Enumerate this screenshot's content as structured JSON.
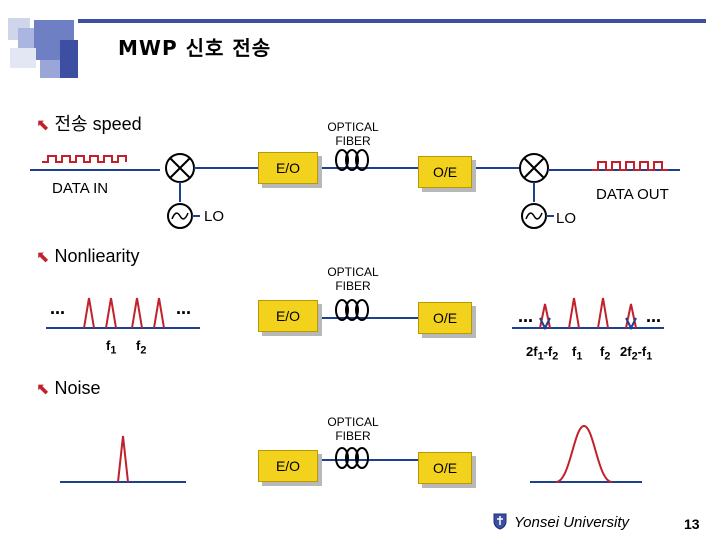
{
  "title": "MWP 신호 전송",
  "sections": {
    "speed": "전송 speed",
    "nonlinearity": "Nonliearity",
    "noise": "Noise"
  },
  "row1": {
    "fiber_label_line1": "OPTICAL",
    "fiber_label_line2": "FIBER",
    "eo": "E/O",
    "oe": "O/E",
    "data_in": "DATA IN",
    "data_out": "DATA OUT",
    "lo_left": "LO",
    "lo_right": "LO"
  },
  "row2": {
    "fiber_label_line1": "OPTICAL",
    "fiber_label_line2": "FIBER",
    "eo": "E/O",
    "oe": "O/E",
    "dots": "…",
    "f1": "f",
    "f1_sub": "1",
    "f2": "f",
    "f2_sub": "2",
    "out_labels": {
      "a": "2f",
      "a_sub1": "1",
      "a_mid": "-f",
      "a_sub2": "2",
      "b": "f",
      "b_sub": "1",
      "c": "f",
      "c_sub": "2",
      "d": "2f",
      "d_sub1": "2",
      "d_mid": "-f",
      "d_sub2": "1"
    }
  },
  "row3": {
    "fiber_label_line1": "OPTICAL",
    "fiber_label_line2": "FIBER",
    "eo": "E/O",
    "oe": "O/E"
  },
  "footer": {
    "university": "Yonsei University",
    "page": "13"
  },
  "colors": {
    "accent_blue": "#3d4fa3",
    "box_yellow": "#f3d21d",
    "signal_red": "#c0212a",
    "line_blue": "#1f3f8f"
  }
}
